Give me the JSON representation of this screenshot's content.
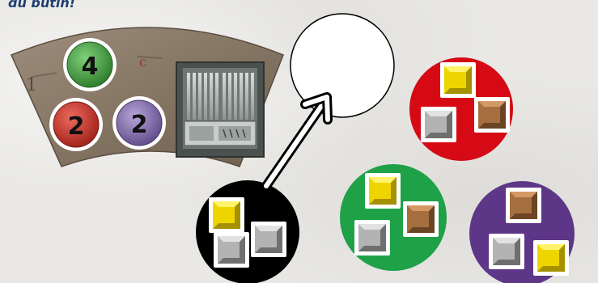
{
  "caption": "du butin!",
  "colors": {
    "background": "#e9e8e5",
    "caption_text": "#1f3f70",
    "board": "#8a7a68",
    "coin_green": "#3f9a3c",
    "coin_red": "#c8362c",
    "coin_purple": "#8069a8",
    "disc_black": "#000000",
    "disc_red": "#d50a14",
    "disc_green": "#1fa147",
    "disc_purple": "#5e3688",
    "disc_target": "#ffffff",
    "cube_yellow": "#eed500",
    "cube_brown": "#a66f3f",
    "cube_grey": "#b3b3b3"
  },
  "board": {
    "icon": "organ-pipes-icon",
    "coins": [
      {
        "label": "4",
        "color": "green"
      },
      {
        "label": "2",
        "color": "red"
      },
      {
        "label": "2",
        "color": "purple"
      }
    ]
  },
  "discs": [
    {
      "name": "black",
      "cubes": [
        "yellow",
        "grey",
        "grey"
      ]
    },
    {
      "name": "target",
      "cubes": []
    },
    {
      "name": "red",
      "cubes": [
        "yellow",
        "brown",
        "grey"
      ]
    },
    {
      "name": "green",
      "cubes": [
        "yellow",
        "brown",
        "grey"
      ]
    },
    {
      "name": "purple",
      "cubes": [
        "brown",
        "grey",
        "yellow"
      ]
    }
  ],
  "move": {
    "from": "black",
    "to": "target",
    "icon": "arrow-icon"
  }
}
